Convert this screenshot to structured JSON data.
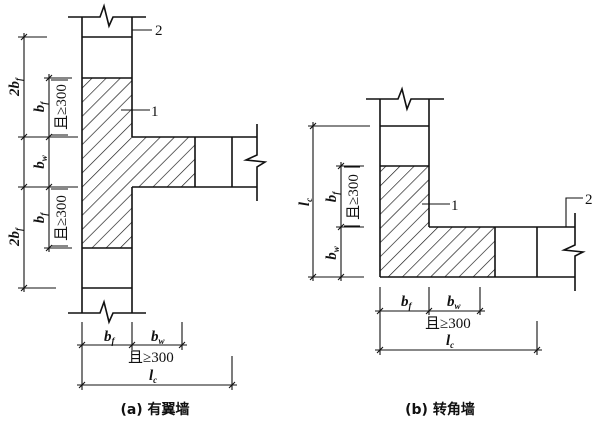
{
  "figures": [
    {
      "id": "a",
      "caption": "(a) 有翼墙",
      "callouts": {
        "hatched_zone": "1",
        "wall": "2"
      },
      "dims": {
        "outer_top": "2b",
        "outer_top_sub": "f",
        "flange_top": "b",
        "flange_top_sub": "f",
        "flange_top_cond": "且≥300",
        "web": "b",
        "web_sub": "w",
        "flange_bot": "b",
        "flange_bot_sub": "f",
        "flange_bot_cond": "且≥300",
        "outer_bot": "2b",
        "outer_bot_sub": "f",
        "bottom_bf": "b",
        "bottom_bf_sub": "f",
        "bottom_bw": "b",
        "bottom_bw_sub": "w",
        "bottom_cond": "且≥300",
        "lc": "l",
        "lc_sub": "c"
      }
    },
    {
      "id": "b",
      "caption": "(b) 转角墙",
      "callouts": {
        "hatched_zone": "1",
        "wall": "2"
      },
      "dims": {
        "lc": "l",
        "lc_sub": "c",
        "flange": "b",
        "flange_sub": "f",
        "flange_cond": "且≥300",
        "web": "b",
        "web_sub": "w",
        "bottom_bf": "b",
        "bottom_bf_sub": "f",
        "bottom_bw": "b",
        "bottom_bw_sub": "w",
        "bottom_cond": "且≥300",
        "lc_bottom": "l",
        "lc_bottom_sub": "c"
      }
    }
  ]
}
